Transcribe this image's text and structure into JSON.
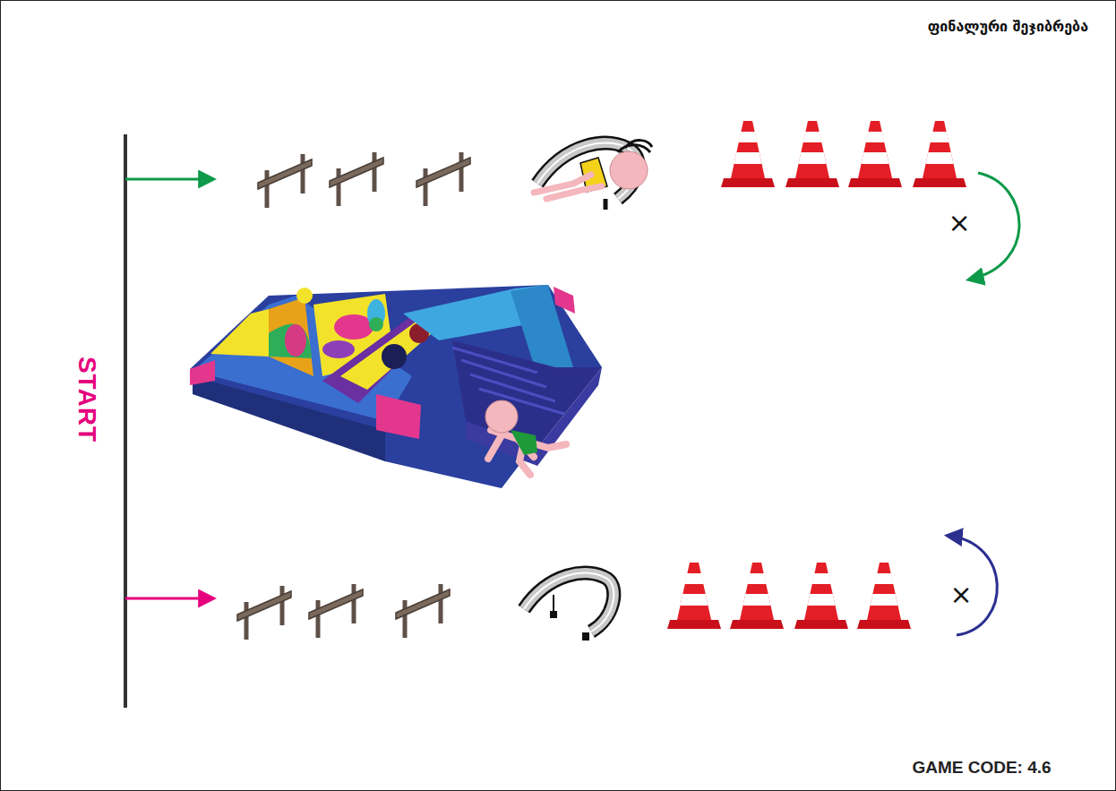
{
  "diagram": {
    "title": "ფინალური შეჯიბრება",
    "labels": [
      "START",
      "×",
      "×",
      "GAME CODE: 4.6"
    ]
  }
}
